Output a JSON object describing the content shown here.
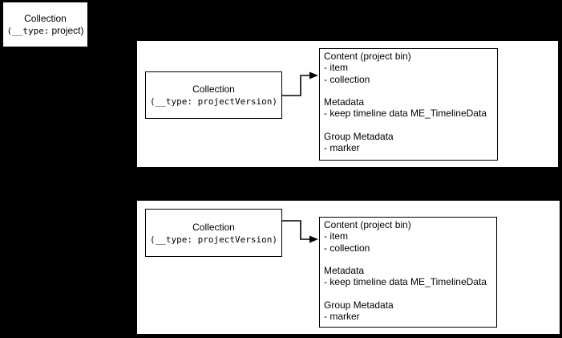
{
  "diagram": {
    "background": "#000000",
    "node_fill": "#ffffff",
    "stroke_color": "#000000",
    "root_node": {
      "title": "Collection",
      "type_prefix": "(__type:",
      "type_suffix": "project)"
    },
    "groups": [
      {
        "version_node": {
          "title": "Collection",
          "type_line": "(__type: projectVersion)"
        },
        "detail_node": {
          "lines": [
            "Content (project bin)",
            "- item",
            "- collection",
            "",
            "Metadata",
            "- keep timeline data ME_TimelineData",
            "",
            "Group Metadata",
            "- marker"
          ]
        }
      },
      {
        "version_node": {
          "title": "Collection",
          "type_line": "(__type: projectVersion)"
        },
        "detail_node": {
          "lines": [
            "Content (project bin)",
            "- item",
            "- collection",
            "",
            "Metadata",
            "- keep timeline data ME_TimelineData",
            "",
            "Group Metadata",
            "- marker"
          ]
        }
      }
    ]
  }
}
